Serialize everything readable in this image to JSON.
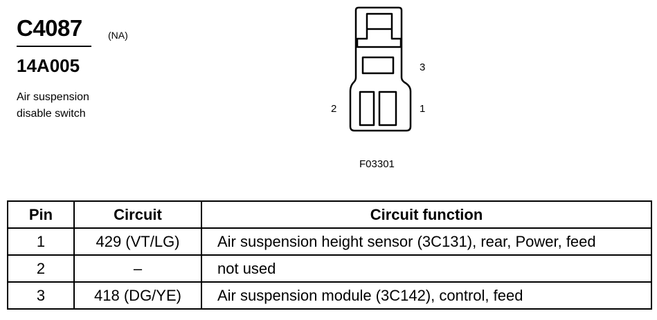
{
  "header": {
    "connector_id": "C4087",
    "region_tag": "(NA)",
    "part_number": "14A005",
    "description_line1": "Air suspension",
    "description_line2": "disable switch"
  },
  "diagram": {
    "pin_labels": {
      "pin1": "1",
      "pin2": "2",
      "pin3": "3"
    },
    "figure_id": "F03301"
  },
  "table": {
    "headers": {
      "pin": "Pin",
      "circuit": "Circuit",
      "function": "Circuit function"
    },
    "rows": [
      {
        "pin": "1",
        "circuit": "429 (VT/LG)",
        "function": "Air suspension height sensor (3C131), rear, Power, feed"
      },
      {
        "pin": "2",
        "circuit": "–",
        "function": "not used"
      },
      {
        "pin": "3",
        "circuit": "418 (DG/YE)",
        "function": "Air suspension module (3C142), control, feed"
      }
    ]
  }
}
